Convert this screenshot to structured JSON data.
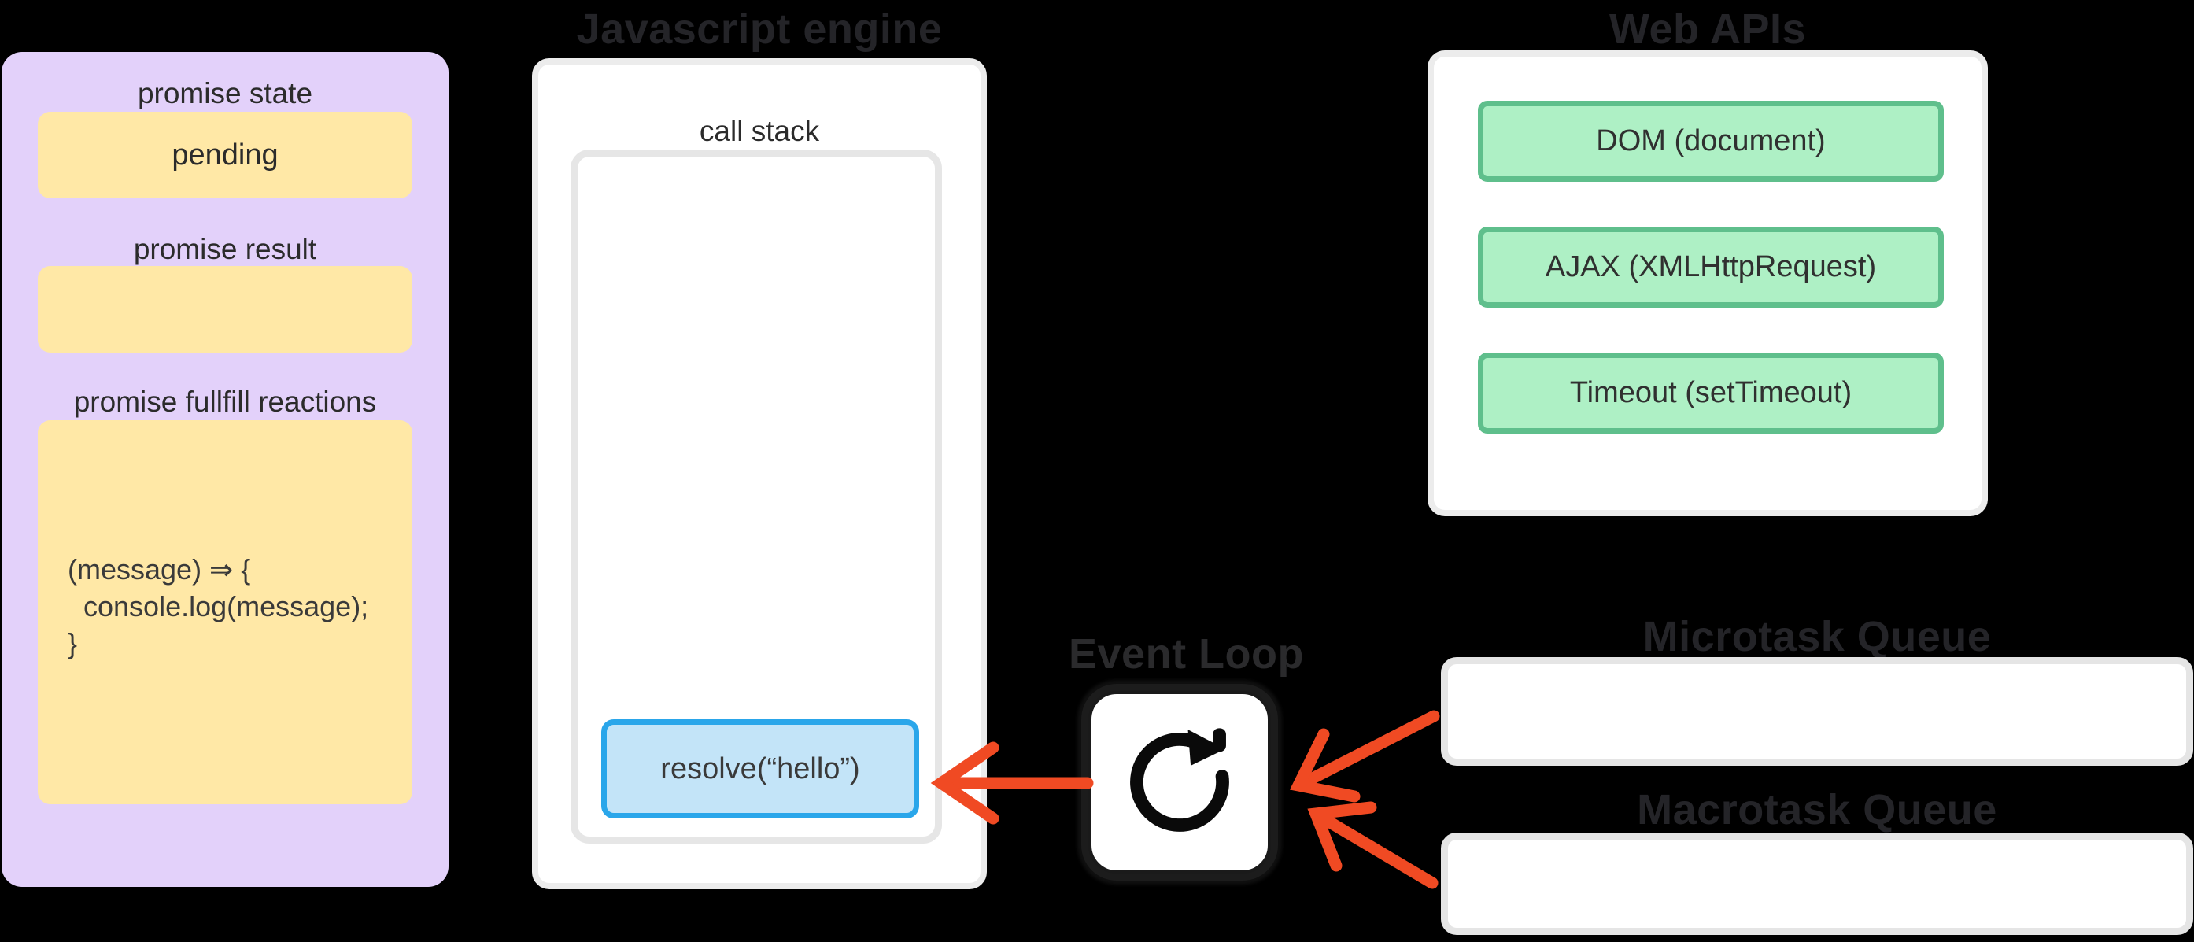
{
  "background_color": "#000000",
  "colors": {
    "purple_panel": "#e3d1fa",
    "yellow_box": "#ffe8a6",
    "green_fill": "#aef0c5",
    "green_border": "#5fbf8c",
    "blue_fill": "#c3e4f8",
    "blue_border": "#2aa6ea",
    "panel_border_gray": "#ececec",
    "arrow_red": "#f04a23",
    "title_text": "#242428"
  },
  "promise_panel": {
    "state_label": "promise state",
    "state_value": "pending",
    "result_label": "promise result",
    "result_value": "",
    "reactions_label": "promise fullfill reactions",
    "reactions_code": "(message) ⇒ {\n  console.log(message);\n}"
  },
  "js_engine": {
    "title": "Javascript engine",
    "call_stack_label": "call stack",
    "stack_frames": [
      "resolve(“hello”)"
    ]
  },
  "web_apis": {
    "title": "Web APIs",
    "items": [
      "DOM (document)",
      "AJAX (XMLHttpRequest)",
      "Timeout (setTimeout)"
    ]
  },
  "event_loop": {
    "title": "Event Loop",
    "icon": "rotate-clockwise-icon"
  },
  "queues": {
    "microtask_title": "Microtask Queue",
    "macrotask_title": "Macrotask Queue"
  }
}
